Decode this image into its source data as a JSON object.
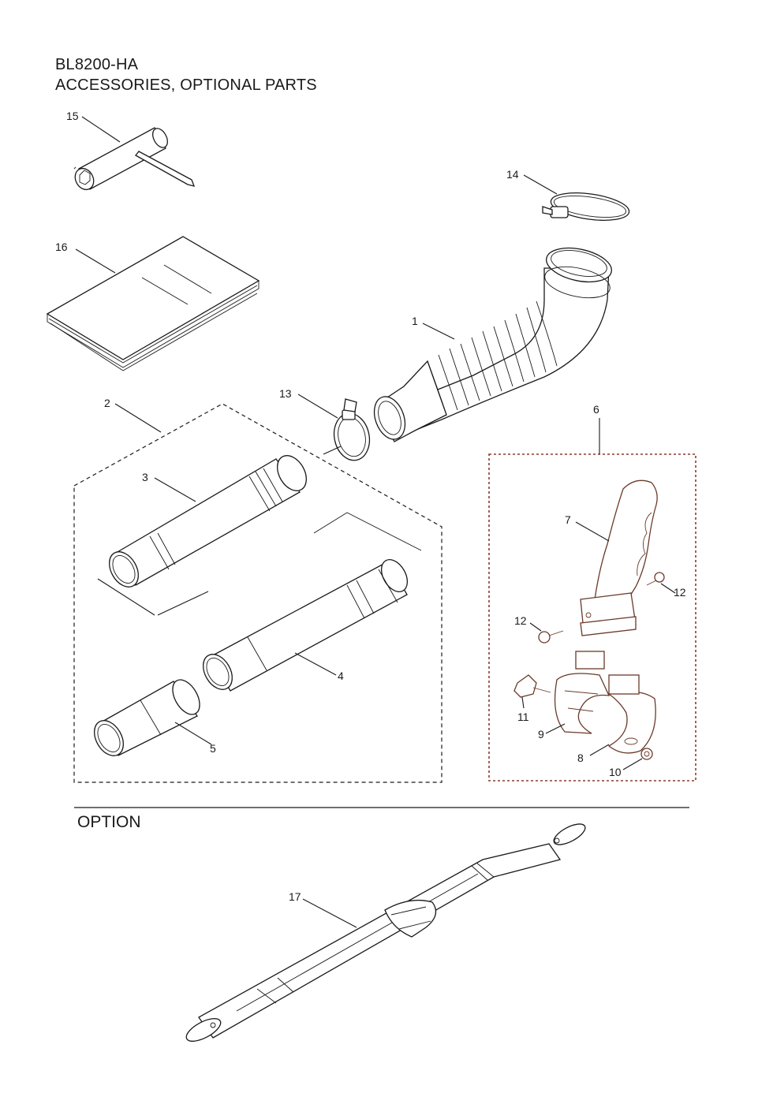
{
  "header": {
    "model": "BL8200-HA",
    "section": "ACCESSORIES, OPTIONAL PARTS"
  },
  "option_heading": "OPTION",
  "callouts": {
    "c1": "1",
    "c2": "2",
    "c3": "3",
    "c4": "4",
    "c5": "5",
    "c6": "6",
    "c7": "7",
    "c8": "8",
    "c9": "9",
    "c10": "10",
    "c11": "11",
    "c12a": "12",
    "c12b": "12",
    "c13": "13",
    "c14": "14",
    "c15": "15",
    "c16": "16",
    "c17": "17"
  },
  "colors": {
    "line": "#1a1a1a",
    "assembly_box": "#8a3b2b",
    "assembly_parts": "#6a3a2a"
  }
}
